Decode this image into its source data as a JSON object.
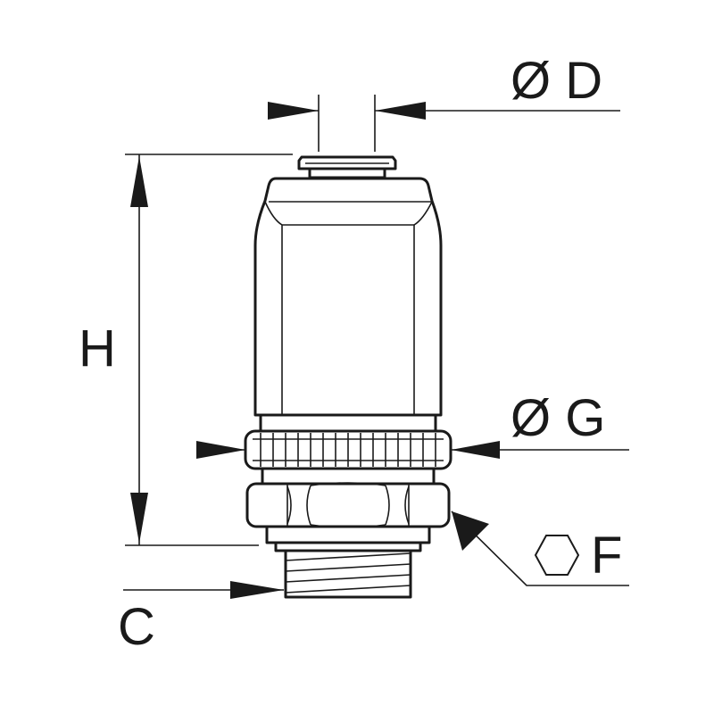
{
  "labels": {
    "diameter_d": "Ø D",
    "height": "H",
    "diameter_g": "Ø G",
    "hex": "F",
    "thread": "C"
  },
  "icons": {
    "hex": "hexagon-icon"
  },
  "colors": {
    "line": "#1a1a1a",
    "background": "#ffffff"
  }
}
